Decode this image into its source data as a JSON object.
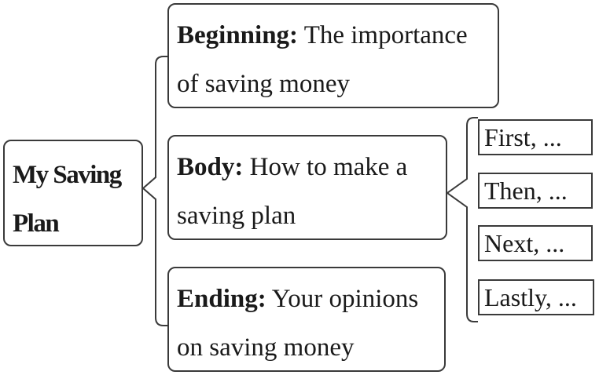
{
  "root": {
    "line1": "My Saving",
    "line2": "Plan"
  },
  "beginning": {
    "label": "Beginning:",
    "text1": "The importance",
    "text2": "of saving money"
  },
  "body": {
    "label": "Body:",
    "text1": "How to make a",
    "text2": "saving plan"
  },
  "ending": {
    "label": "Ending:",
    "text1": "Your opinions",
    "text2": "on saving money"
  },
  "steps": [
    "First, ...",
    "Then, ...",
    "Next, ...",
    "Lastly, ..."
  ]
}
